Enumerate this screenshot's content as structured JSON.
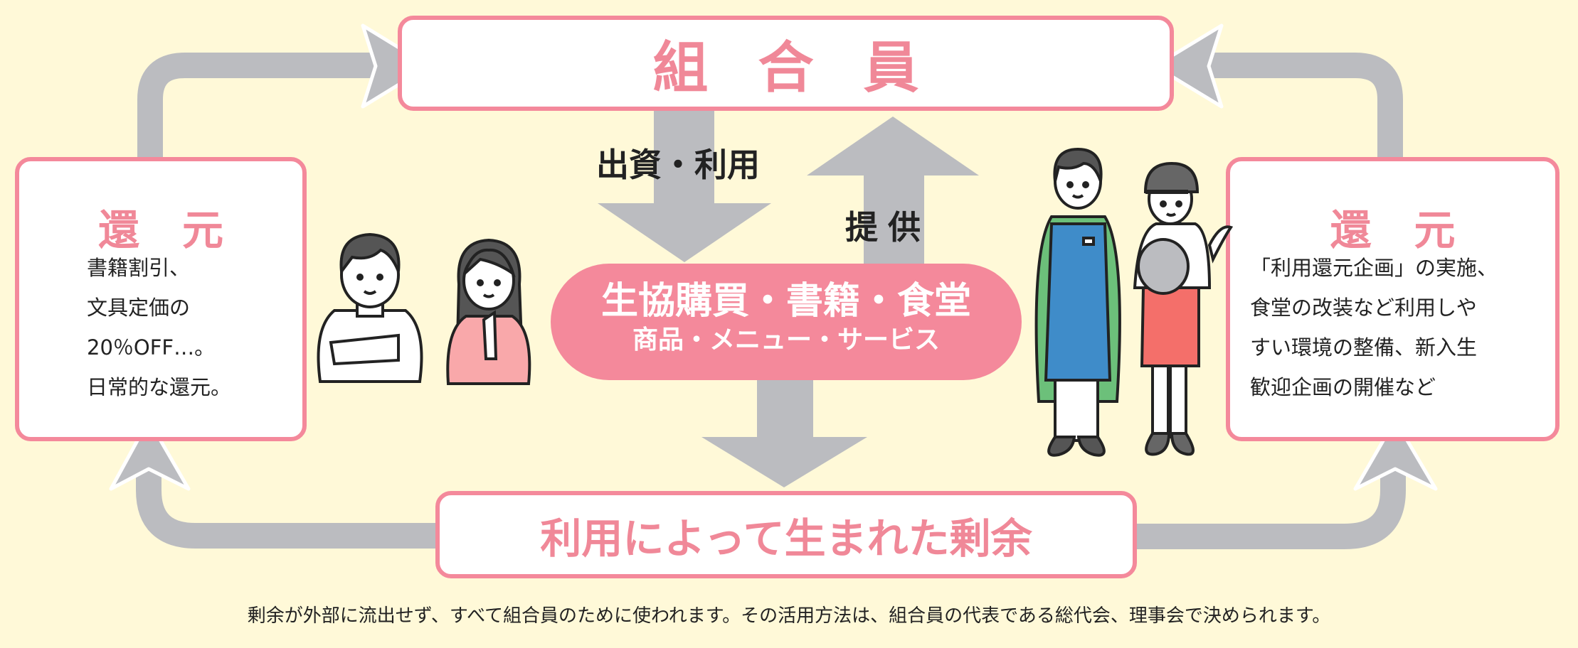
{
  "top_box": {
    "label": "組合員"
  },
  "left_box": {
    "title": "還元",
    "lines": [
      "書籍割引、",
      "文具定価の",
      "20％OFF…。",
      "日常的な還元。"
    ]
  },
  "right_box": {
    "title": "還元",
    "lines": [
      "「利用還元企画」の実施、",
      "食堂の改装など利用しや",
      "すい環境の整備、新入生",
      "歓迎企画の開催など"
    ]
  },
  "center_pill": {
    "line1": "生協購買・書籍・食堂",
    "line2": "商品・メニュー・サービス"
  },
  "arrow_labels": {
    "invest": "出資・利用",
    "provide": "提供"
  },
  "bottom_box": {
    "label": "利用によって生まれた剰余"
  },
  "footer": "剰余が外部に流出せず、すべて組合員のために使われます。その活用方法は、組合員の代表である総代会、理事会で決められます。",
  "colors": {
    "background": "#fff9d8",
    "accent_pink": "#f4899b",
    "arrow_gray": "#bbbcc0"
  }
}
